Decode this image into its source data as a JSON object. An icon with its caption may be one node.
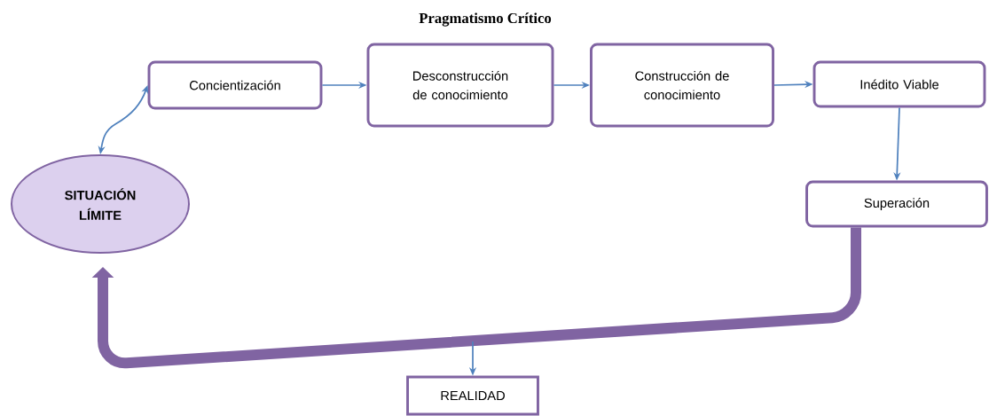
{
  "diagram": {
    "title": "Pragmatismo Crítico",
    "nodes": [
      {
        "text": [
          "Concientización"
        ]
      },
      {
        "text": [
          "Desconstrucción de conocimiento"
        ]
      },
      {
        "text": [
          "Construcción de conocimiento"
        ]
      },
      {
        "text": [
          "Inédito Viable"
        ]
      },
      {
        "text": [
          "Superación"
        ]
      },
      {
        "text": [
          "SITUACIÓN LÍMITE"
        ]
      },
      {
        "text": [
          "REALIDAD"
        ]
      }
    ],
    "edges": [
      {
        "from": 0,
        "to": 1,
        "arrow": "to"
      },
      {
        "from": 1,
        "to": 2,
        "arrow": "to"
      },
      {
        "from": 2,
        "to": 3,
        "arrow": "to"
      },
      {
        "from": 3,
        "to": 4,
        "arrow": "to"
      },
      {
        "from": 0,
        "to": 5,
        "arrow": "both"
      },
      {
        "from": 4,
        "to": 5,
        "arrow": "to",
        "style": "thick",
        "color": "#8064a2"
      },
      {
        "from": null,
        "to": 6,
        "arrow": "to"
      }
    ]
  }
}
